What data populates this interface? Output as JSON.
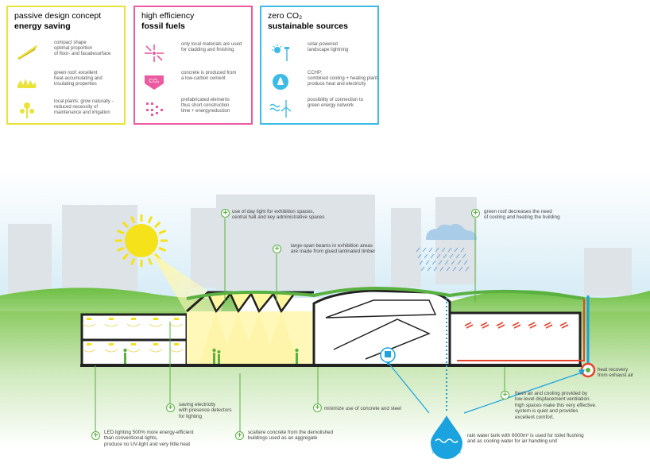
{
  "panels": [
    {
      "title1": "passive design concept",
      "title2": "energy saving",
      "color": "#e9e33a",
      "items": [
        {
          "icon": "wedge-shape-icon",
          "text": "compact shape\noptimal proportion\nof floor- and facadesurface"
        },
        {
          "icon": "green-roof-icon",
          "text": "green roof: excellent\nheat-accumulating and\ninsulating properties"
        },
        {
          "icon": "plant-icon",
          "text": "local plants: grow naturally -\nreduced necessity of\nmaintenance and irrigation"
        }
      ]
    },
    {
      "title1": "high efficiency",
      "title2": "fossil fuels",
      "color": "#ec5aa0",
      "items": [
        {
          "icon": "arrows-inward-icon",
          "text": "only local materials are used\nfor cladding and finishing"
        },
        {
          "icon": "co2-arrow-icon",
          "text": "concrete is produced from\na low-carbon cement"
        },
        {
          "icon": "dot-grid-icon",
          "text": "prefabricated elements\nthus short construction\ntime + energyreduction"
        }
      ]
    },
    {
      "title1": "zero CO₂",
      "title2": "sustainable sources",
      "color": "#3bbbe6",
      "items": [
        {
          "icon": "solar-lamp-icon",
          "text": "solar-powered\nlandscape lightning"
        },
        {
          "icon": "cchp-icon",
          "text": "CCHP:\ncombined cooling + heating plant\nproduce heat and electricity"
        },
        {
          "icon": "wind-turbine-icon",
          "text": "possibility of connection to\ngreen energy network"
        }
      ]
    }
  ],
  "callouts": {
    "daylight": "use of day light for exhibition spaces,\ncentral hall and key administrative spaces",
    "beams": "large-span beams in exhibition areas\nare made from glued laminated timber",
    "green_roof": "green roof decreases the need\nof cooling and heating the building",
    "heat_recovery": "heat recovery\nfrom exhaust air",
    "fresh_air": "fresh air and cooling provided by\nlow-level displacement ventilation.\nhigh spaces make this very effective.\nsystem is quiet and provides\nexcellent comfort.",
    "rain_tank": "rain water tank with 6000m³ is used for toilet flushing\nand as cooling water for air handling unit",
    "tank_label": "rain water tank",
    "minimize": "minimize use of concrete and steel",
    "saving": "saving electricity\nwith presence detectors\nfor lighting",
    "scattere": "scattere concrete from the demolished\nbuildings used as an aggregate",
    "led": "LED lighting 500% more energy-efficient\nthan conventional lights,\nproduce no UV-light and very little heat"
  },
  "colors": {
    "yellow": "#e9e33a",
    "pink": "#ec5aa0",
    "blue": "#3bbbe6",
    "green": "#5ab040",
    "sun": "#f6e21a",
    "water": "#1aa3df",
    "heat": "#e8412c"
  }
}
